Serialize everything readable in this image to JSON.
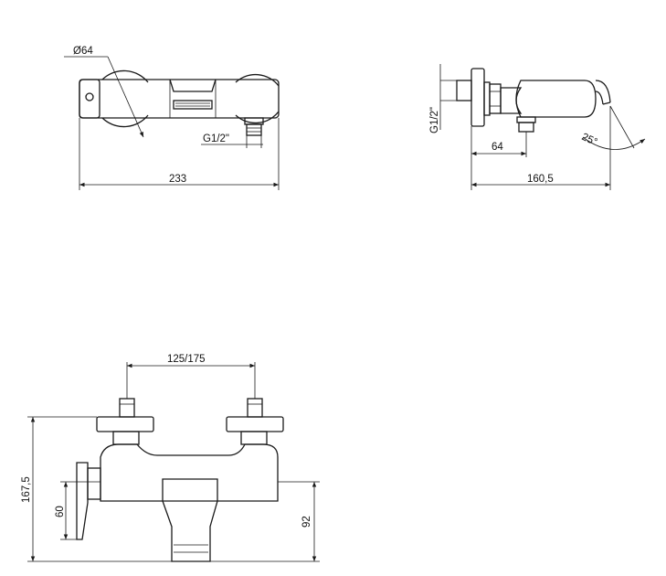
{
  "top_view": {
    "diameter_label": "Ø64",
    "thread_label": "G1/2\"",
    "width_label": "233"
  },
  "side_view": {
    "thread_label": "G1/2\"",
    "depth_label": "64",
    "total_depth_label": "160,5",
    "angle_label": "25°"
  },
  "front_view": {
    "spacing_label": "125/175",
    "height_label": "167,5",
    "lever_height_label": "60",
    "spout_height_label": "92"
  }
}
